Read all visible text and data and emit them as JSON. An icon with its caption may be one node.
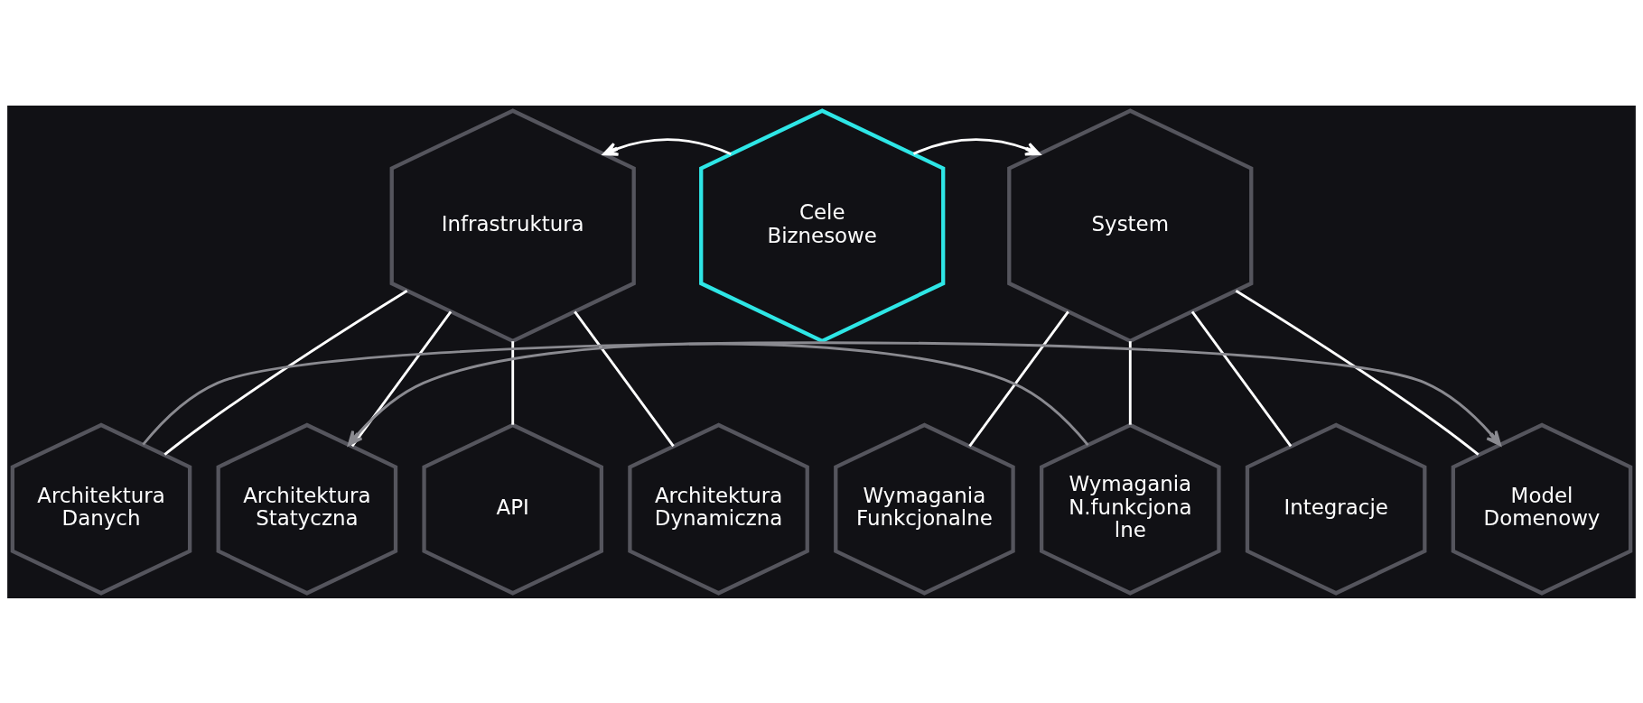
{
  "diagram": {
    "nodes": [
      {
        "text": [
          "Infrastruktura"
        ]
      },
      {
        "text": [
          "Cele Biznesowe"
        ]
      },
      {
        "text": [
          "System"
        ]
      },
      {
        "text": [
          "Architektura Danych"
        ]
      },
      {
        "text": [
          "Architektura Statyczna"
        ]
      },
      {
        "text": [
          "API"
        ]
      },
      {
        "text": [
          "Architektura Dynamiczna"
        ]
      },
      {
        "text": [
          "Wymagania Funkcjonalne"
        ]
      },
      {
        "text": [
          "Wymagania N.funkcjona lne"
        ]
      },
      {
        "text": [
          "Integracje"
        ]
      },
      {
        "text": [
          "Model Domenowy"
        ]
      }
    ],
    "edges": [
      {
        "from": 1,
        "to": 0,
        "arrow": "to"
      },
      {
        "from": 1,
        "to": 2,
        "arrow": "to"
      },
      {
        "from": 0,
        "to": 3,
        "arrow": "none"
      },
      {
        "from": 0,
        "to": 4,
        "arrow": "none"
      },
      {
        "from": 0,
        "to": 5,
        "arrow": "none"
      },
      {
        "from": 0,
        "to": 6,
        "arrow": "none"
      },
      {
        "from": 2,
        "to": 7,
        "arrow": "none"
      },
      {
        "from": 2,
        "to": 8,
        "arrow": "none"
      },
      {
        "from": 2,
        "to": 9,
        "arrow": "none"
      },
      {
        "from": 2,
        "to": 10,
        "arrow": "none"
      },
      {
        "from": 8,
        "to": 4,
        "arrow": "to",
        "color": "#8a8a90"
      },
      {
        "from": 3,
        "to": 10,
        "arrow": "to",
        "color": "#8a8a90"
      }
    ]
  }
}
